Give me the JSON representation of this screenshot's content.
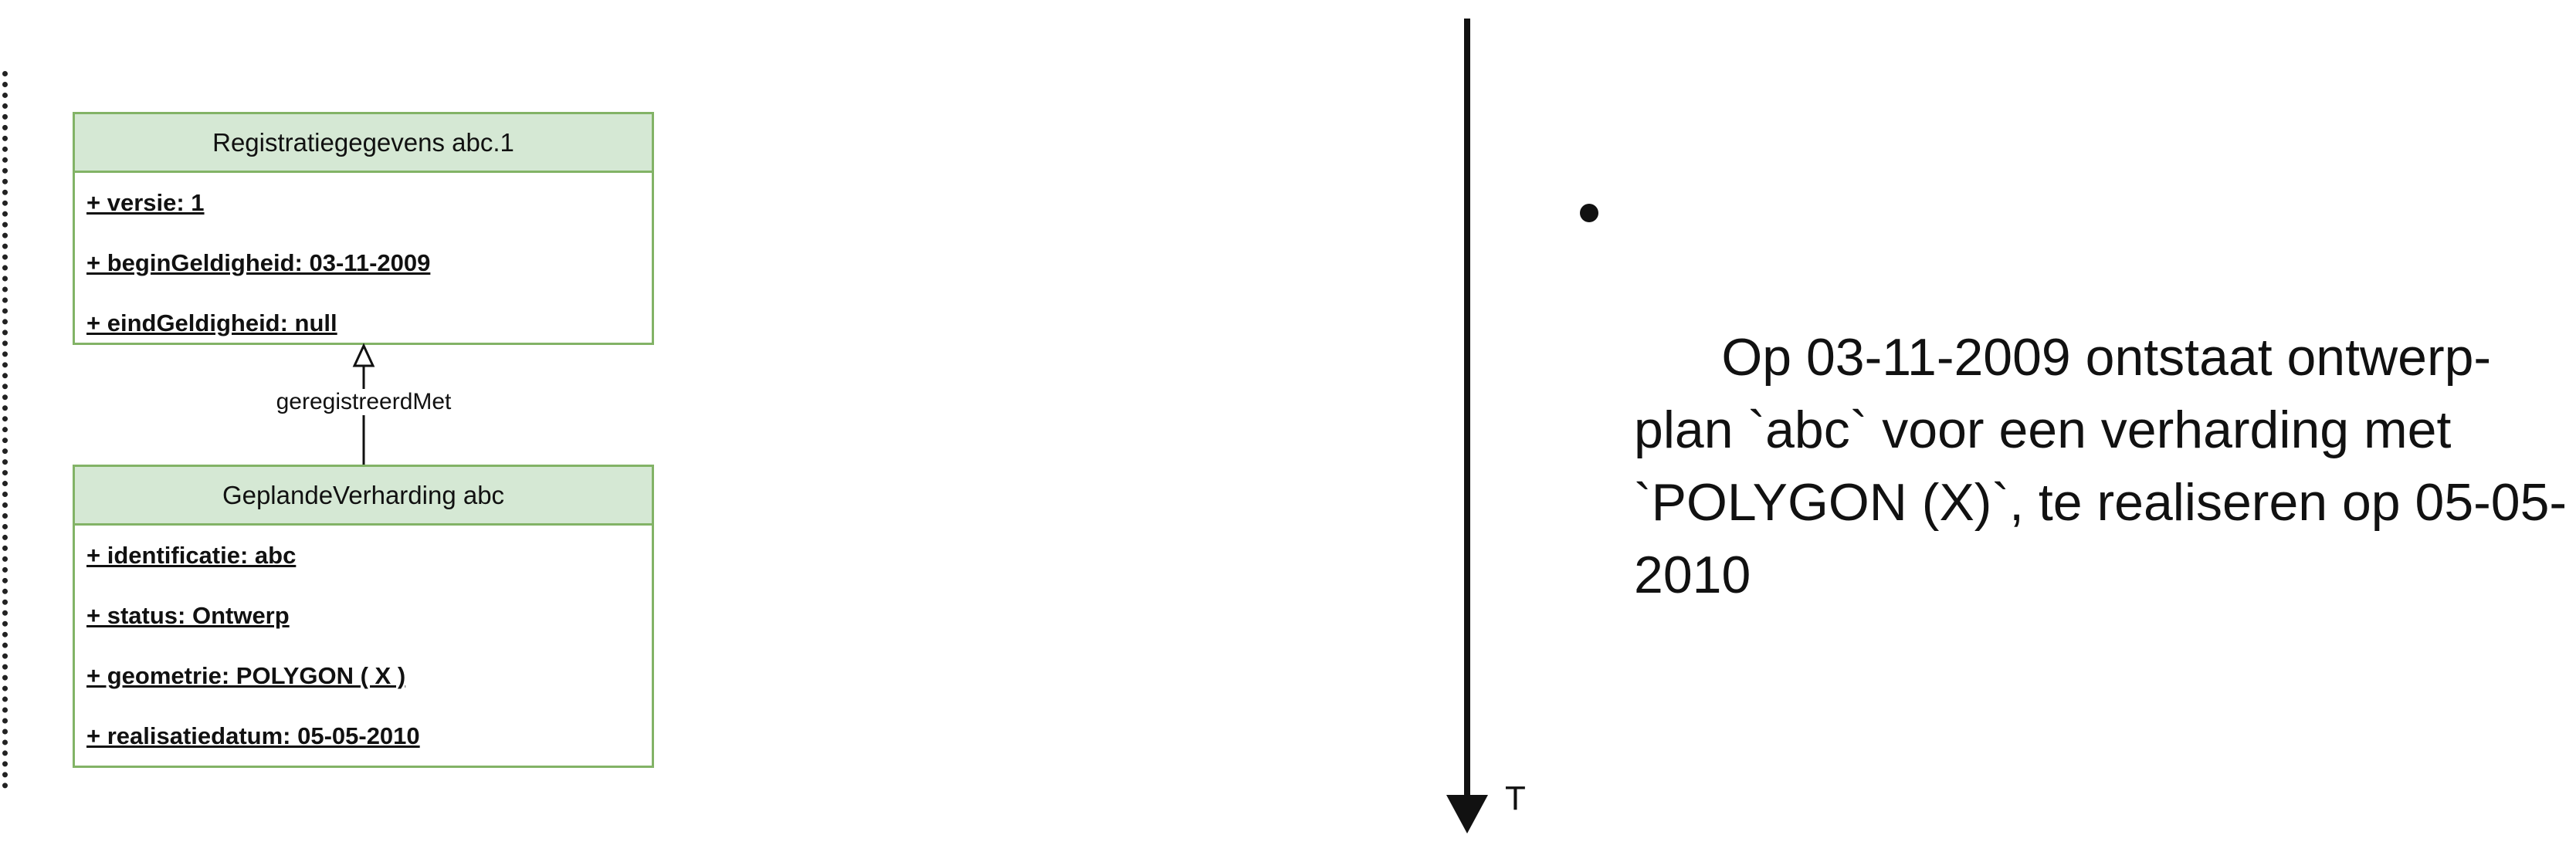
{
  "diagram": {
    "classes": [
      {
        "title": "Registratiegegevens abc.1",
        "attributes": [
          "+ versie: 1",
          "+ beginGeldigheid: 03-11-2009",
          "+ eindGeldigheid: null"
        ]
      },
      {
        "title": "GeplandeVerharding abc",
        "attributes": [
          "+ identificatie: abc",
          "+ status: Ontwerp",
          "+ geometrie: POLYGON ( X )",
          "+ realisatiedatum: 05-05-2010"
        ]
      }
    ],
    "association_label": "geregistreerdMet",
    "timeline_label": "T"
  },
  "notes": {
    "bullets": [
      "Op 03-11-2009 ontstaat ontwerp-plan `abc` voor een verharding met `POLYGON (X)`, te realiseren op 05-05-2010"
    ]
  },
  "colors": {
    "class_header_fill": "#d5e8d4",
    "class_border": "#82b366",
    "text": "#111111"
  }
}
